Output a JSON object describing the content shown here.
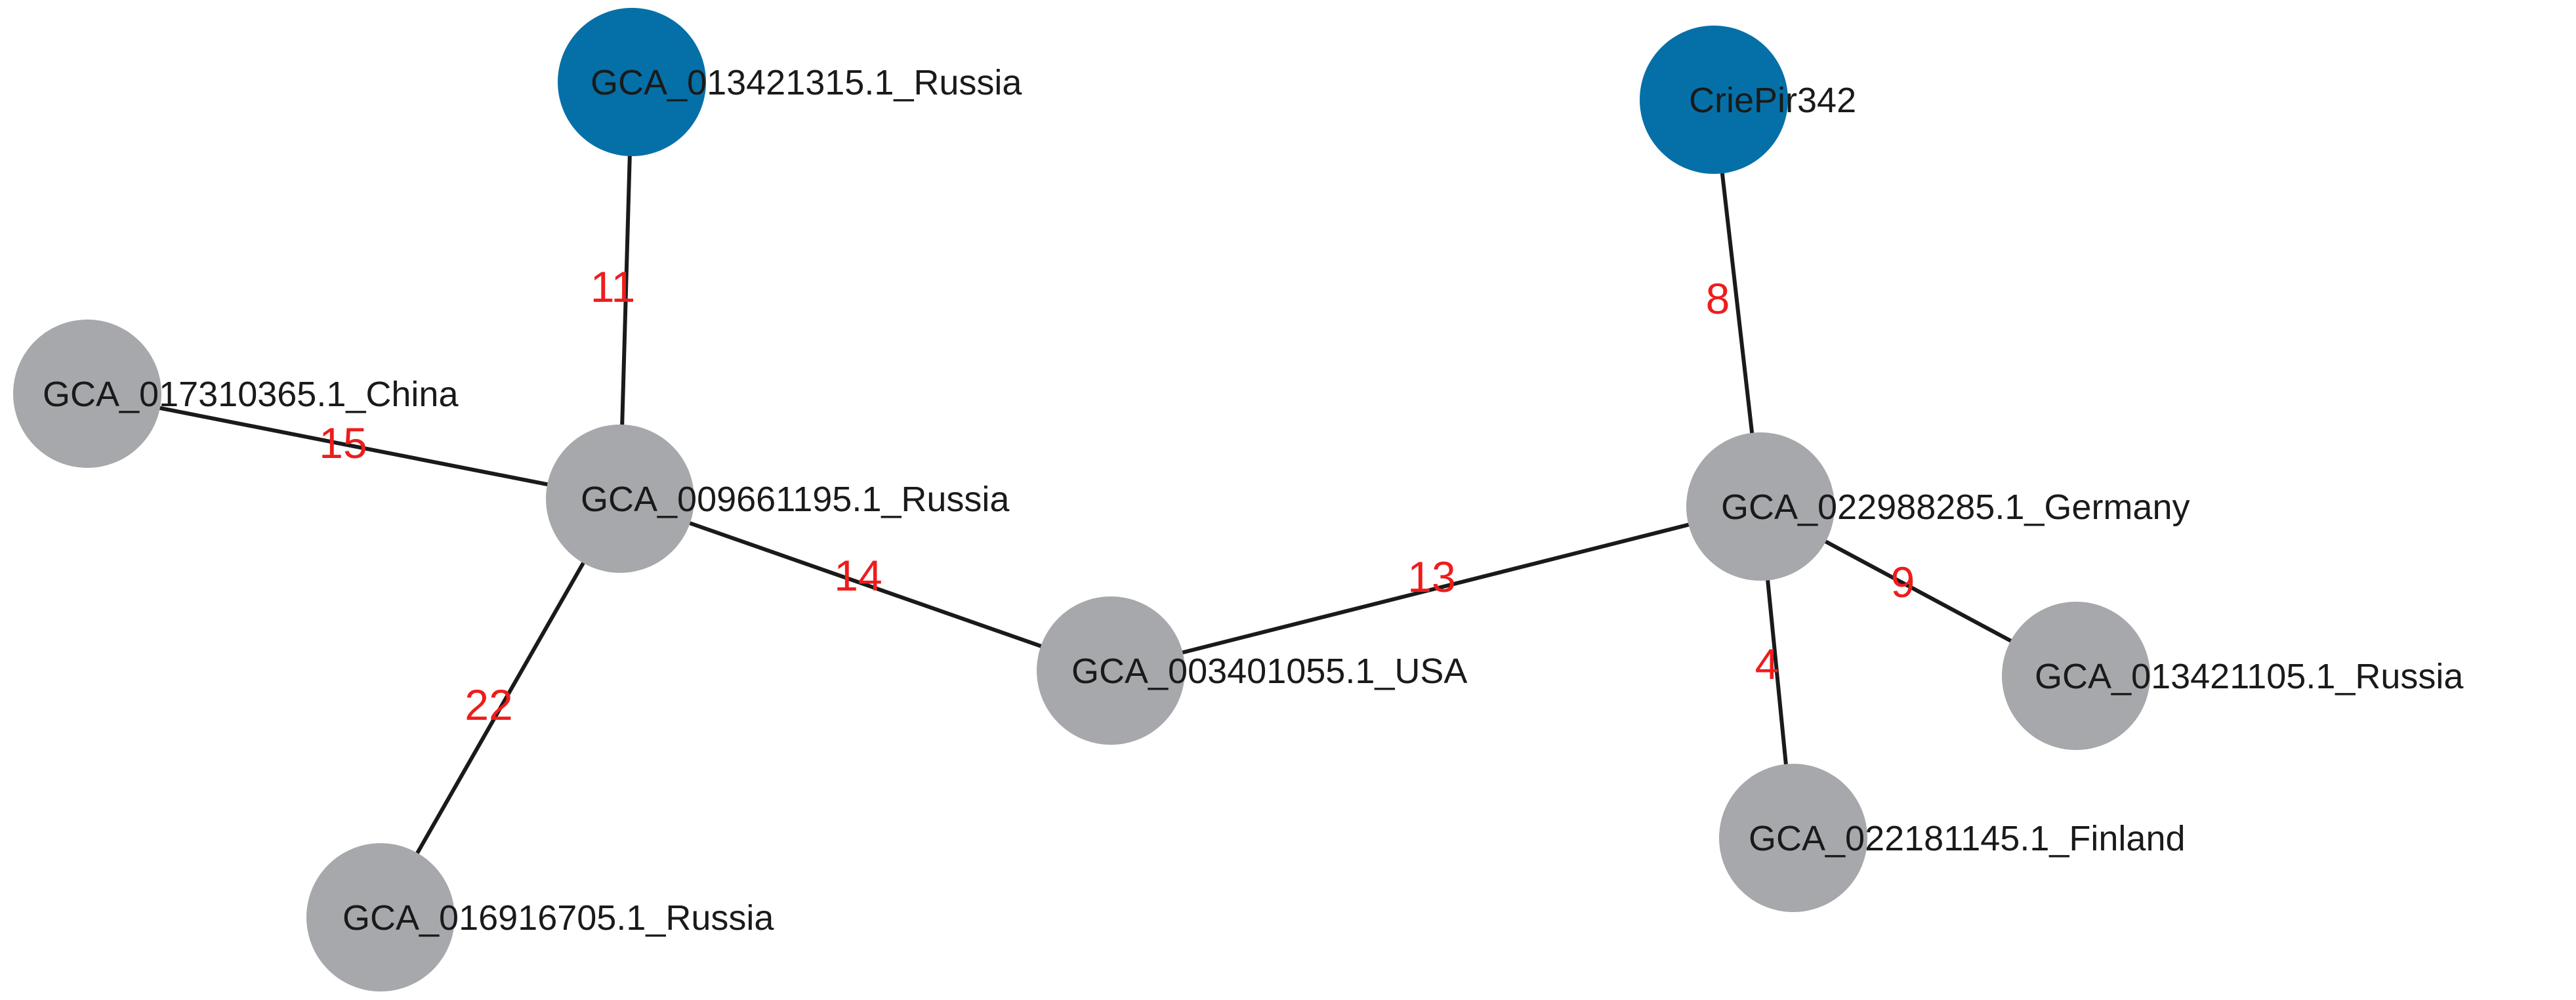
{
  "colors": {
    "highlight_node": "#0570a8",
    "default_node": "#a6a8ab",
    "edge_label": "#ee1c1c"
  },
  "nodes": [
    {
      "id": "n_ru1315",
      "label": "GCA_013421315.1_Russia",
      "group": "highlight"
    },
    {
      "id": "n_crie",
      "label": "CriePir342",
      "group": "highlight"
    },
    {
      "id": "n_cn",
      "label": "GCA_017310365.1_China",
      "group": "default"
    },
    {
      "id": "n_ru1195",
      "label": "GCA_009661195.1_Russia",
      "group": "default"
    },
    {
      "id": "n_de",
      "label": "GCA_022988285.1_Germany",
      "group": "default"
    },
    {
      "id": "n_usa",
      "label": "GCA_003401055.1_USA",
      "group": "default"
    },
    {
      "id": "n_ru1105",
      "label": "GCA_013421105.1_Russia",
      "group": "default"
    },
    {
      "id": "n_fi",
      "label": "GCA_022181145.1_Finland",
      "group": "default"
    },
    {
      "id": "n_ru6705",
      "label": "GCA_016916705.1_Russia",
      "group": "default"
    }
  ],
  "edges": [
    {
      "from": "n_ru1315",
      "to": "n_ru1195",
      "label": "11"
    },
    {
      "from": "n_cn",
      "to": "n_ru1195",
      "label": "15"
    },
    {
      "from": "n_ru1195",
      "to": "n_usa",
      "label": "14"
    },
    {
      "from": "n_ru1195",
      "to": "n_ru6705",
      "label": "22"
    },
    {
      "from": "n_usa",
      "to": "n_de",
      "label": "13"
    },
    {
      "from": "n_crie",
      "to": "n_de",
      "label": "8"
    },
    {
      "from": "n_de",
      "to": "n_ru1105",
      "label": "9"
    },
    {
      "from": "n_de",
      "to": "n_fi",
      "label": "4"
    }
  ]
}
